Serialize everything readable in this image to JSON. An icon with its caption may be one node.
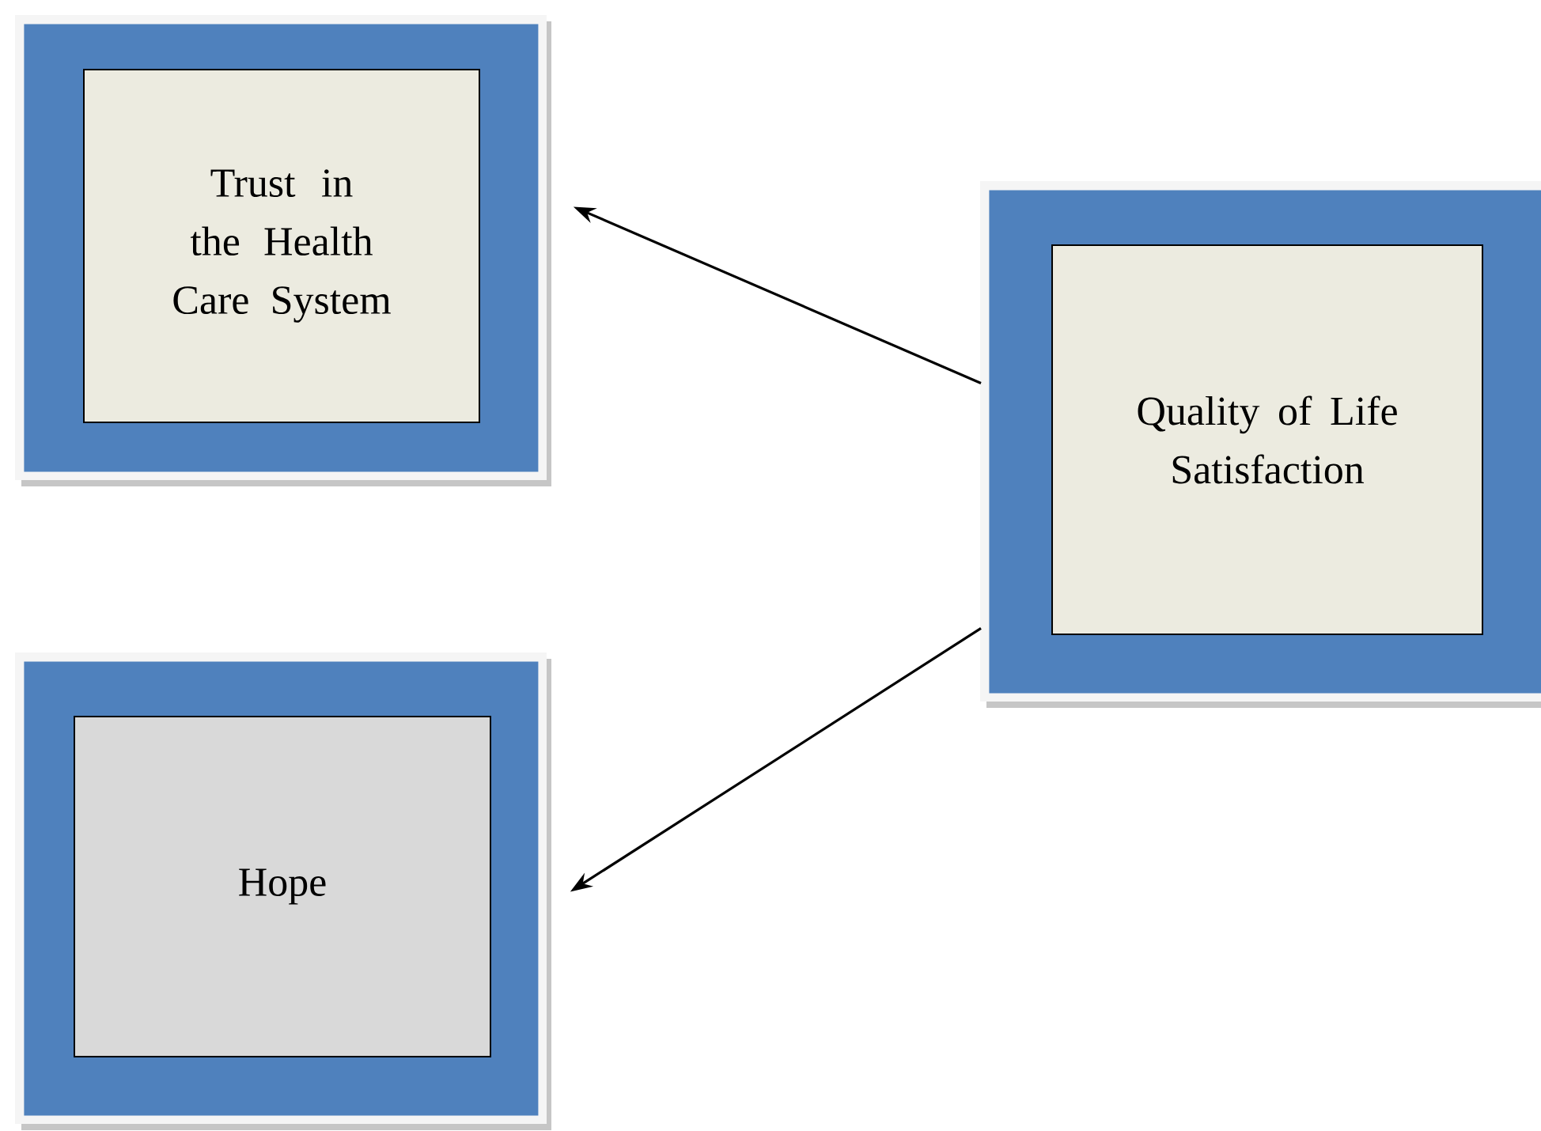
{
  "diagram": {
    "nodes": [
      {
        "text": [
          "Trust in the Health Care System"
        ]
      },
      {
        "text": [
          "Hope"
        ]
      },
      {
        "text": [
          "Quality of Life Satisfaction"
        ]
      }
    ],
    "edges": [
      {
        "from": 2,
        "to": 0,
        "arrow": "to"
      },
      {
        "from": 2,
        "to": 1,
        "arrow": "to"
      }
    ]
  }
}
